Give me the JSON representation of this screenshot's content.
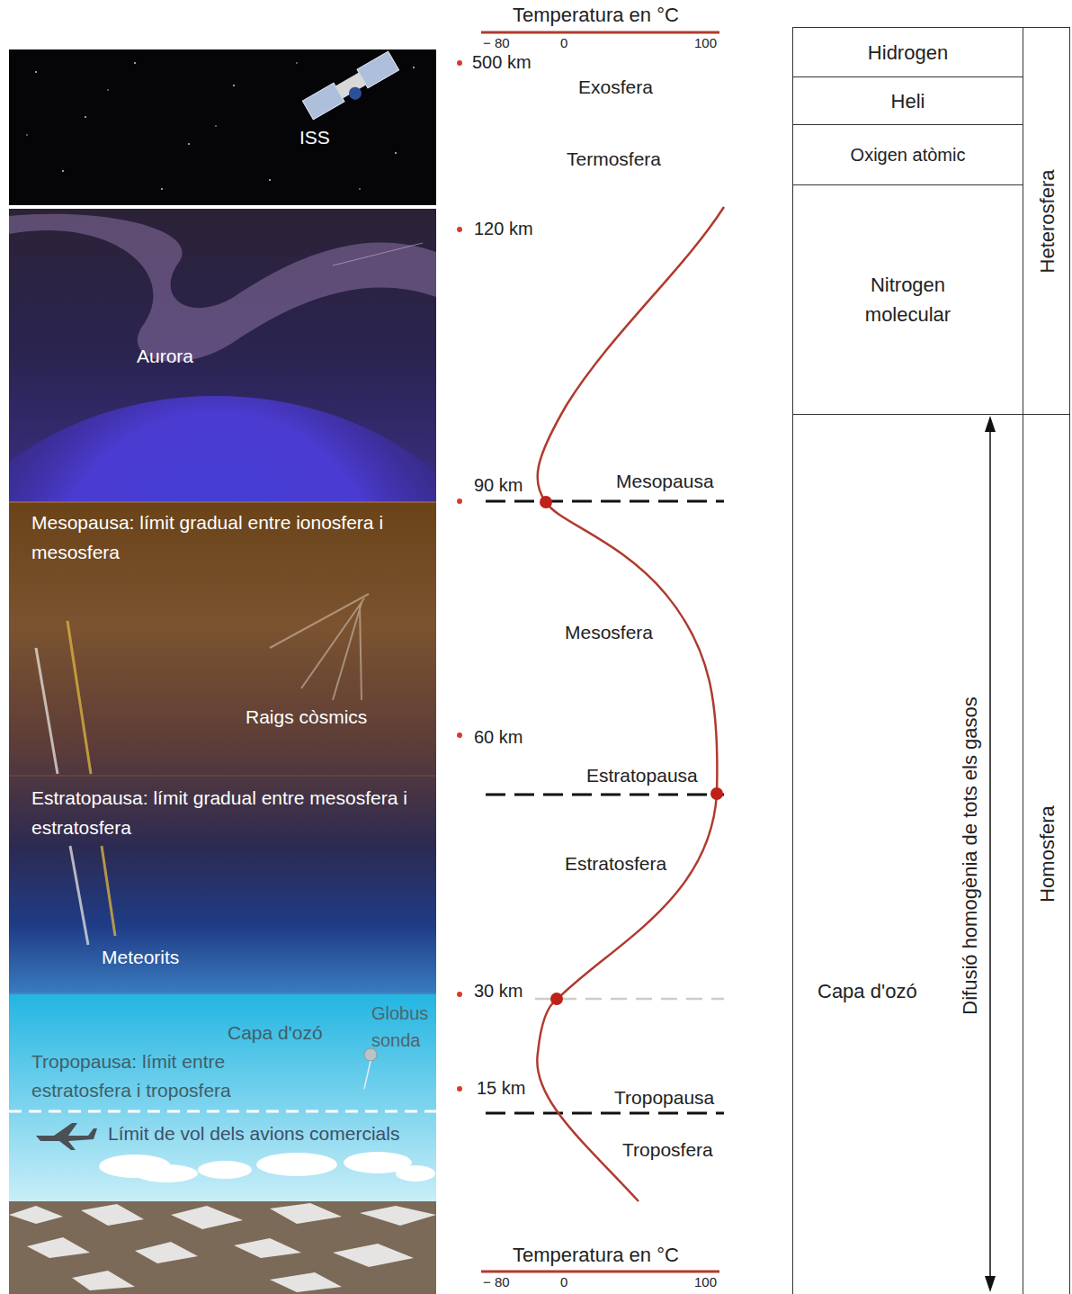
{
  "diagram": {
    "nodes": [
      {
        "text": [
          "Hidrogen"
        ]
      },
      {
        "text": [
          "Heli"
        ]
      },
      {
        "text": [
          "Oxigen atòmic"
        ]
      },
      {
        "text": [
          "Nitrogen molecular"
        ]
      },
      {
        "text": [
          "Capa d'ozó",
          "Difusió homogènia de tots els gasos"
        ]
      },
      {
        "text": [
          "Heterosfera"
        ]
      },
      {
        "text": [
          "Homosfera"
        ]
      }
    ],
    "labels": [
      "Temperatura en °C",
      "− 80",
      "0",
      "100",
      "ISS",
      "500 km",
      "Exosfera",
      "Termosfera",
      "120 km",
      "Aurora",
      "90 km",
      "Mesopausa",
      "Mesopausa: límit gradual entre ionosfera i mesosfera",
      "Mesosfera",
      "Raigs còsmics",
      "60 km",
      "Estratopausa",
      "Estratopausa: límit gradual entre mesosfera i estratosfera",
      "Estratosfera",
      "Meteorits",
      "30 km",
      "Globus sonda",
      "Capa d'ozó",
      "Tropopausa: límit entre estratosfera i troposfera",
      "15 km",
      "Tropopausa",
      "Límit de vol dels avions comercials",
      "Troposfera",
      "Temperatura en °C",
      "− 80",
      "0",
      "100"
    ]
  }
}
